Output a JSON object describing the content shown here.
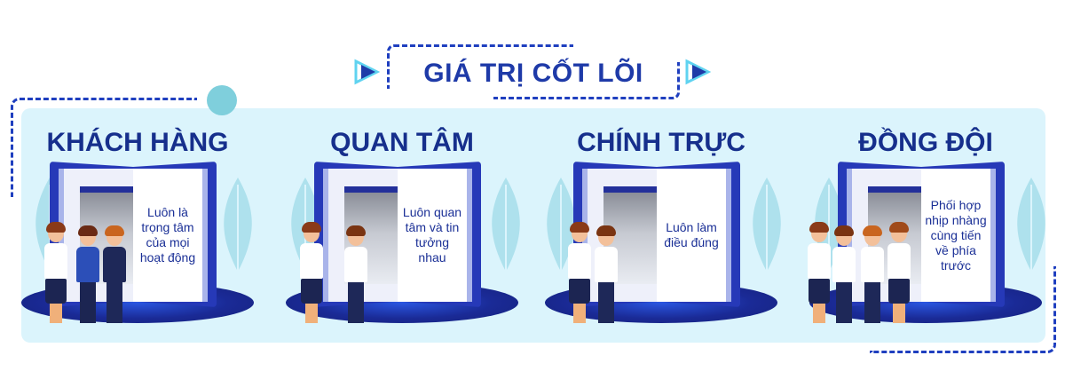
{
  "header": {
    "title": "GIÁ TRỊ CỐT LÕI",
    "left_icon": "play-arrow-icon",
    "right_icon": "play-arrow-icon"
  },
  "colors": {
    "primary": "#1e3aa8",
    "heading": "#162f8c",
    "panel_bg": "#dbf4fc",
    "accent_teal": "#7fcfdc",
    "book_blue": "#2639b8",
    "stage_blue": "#1a2a96"
  },
  "values": [
    {
      "title": "KHÁCH HÀNG",
      "description": "Luôn là trọng tâm của mọi hoạt động"
    },
    {
      "title": "QUAN TÂM",
      "description": "Luôn quan tâm và tin tưởng nhau"
    },
    {
      "title": "CHÍNH TRỰC",
      "description": "Luôn làm điều đúng"
    },
    {
      "title": "ĐỒNG ĐỘI",
      "description": "Phối hợp nhịp nhàng cùng tiến về phía trước"
    }
  ]
}
